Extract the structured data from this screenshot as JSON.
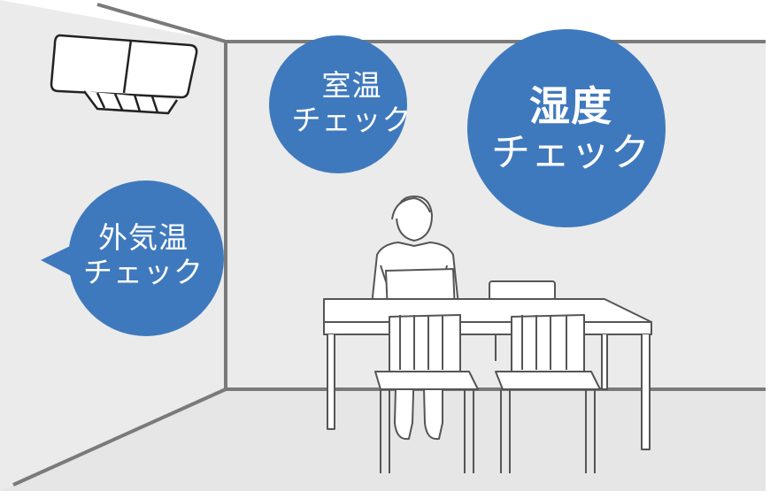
{
  "bubbles": {
    "room_temp": {
      "line1": "室温",
      "line2": "チェック"
    },
    "humidity": {
      "line1": "湿度",
      "line2": "チェック"
    },
    "outside_temp": {
      "line1": "外気温",
      "line2": "チェック"
    }
  },
  "colors": {
    "bubble": "#3f79bd",
    "wall": "#ebebeb",
    "line": "#7a7a7a"
  }
}
